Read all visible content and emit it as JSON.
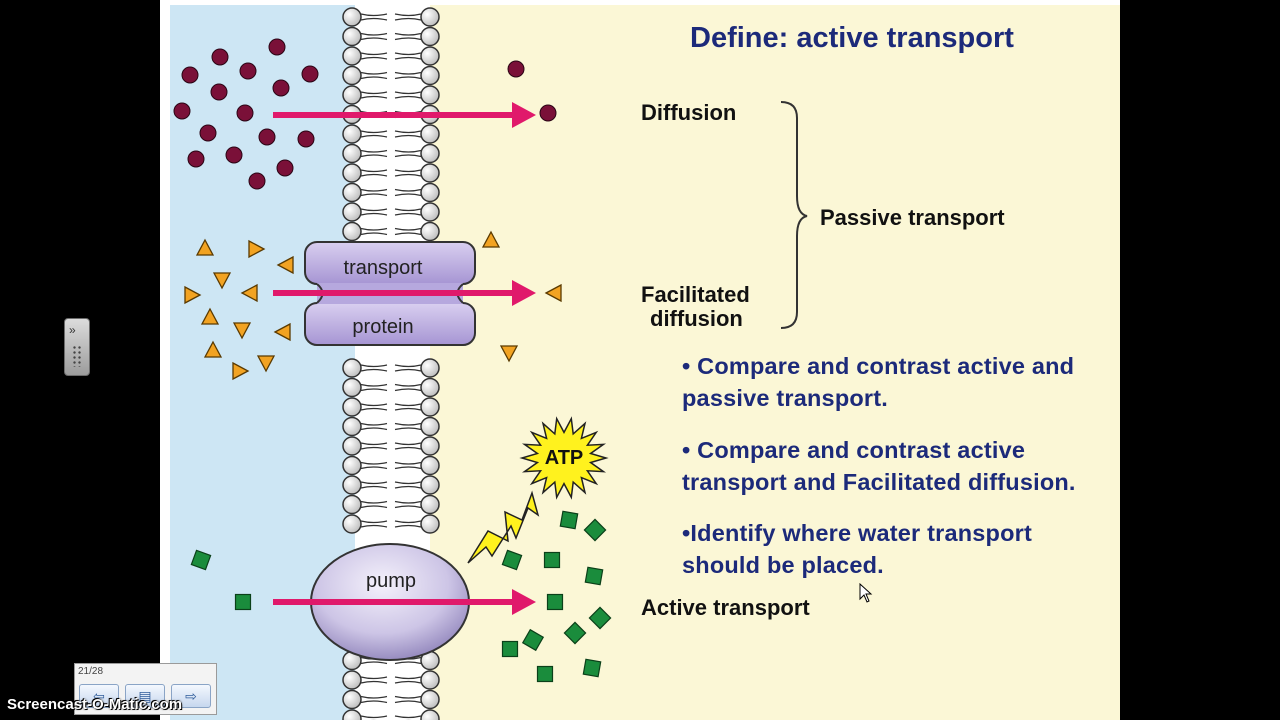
{
  "slide": {
    "title": "Define: active transport",
    "labels": {
      "diffusion": "Diffusion",
      "passive_transport": "Passive transport",
      "facilitated_1": "Facilitated",
      "facilitated_2": "diffusion",
      "active_transport": "Active transport"
    },
    "diagram": {
      "transport_protein_top": "transport",
      "transport_protein_bottom": "protein",
      "pump": "pump",
      "atp": "ATP"
    },
    "bullets": [
      {
        "line1": "• Compare and contrast active and",
        "line2": "passive transport."
      },
      {
        "line1": "• Compare and contrast active",
        "line2": "transport and Facilitated diffusion."
      },
      {
        "line1": "•Identify where water transport",
        "line2": "should be placed."
      }
    ]
  },
  "navigator": {
    "page_indicator": "21/28",
    "back_icon": "arrow-left-icon",
    "menu_icon": "slides-menu-icon",
    "forward_icon": "arrow-right-icon"
  },
  "watermark": "Screencast-O-Matic.com",
  "colors": {
    "extracellular": "#cde6f4",
    "intracellular": "#fbf7d6",
    "arrow": "#e0196b",
    "title_blue": "#1c2a7a",
    "molecule_dot": "#7a1038",
    "molecule_triangle": "#f2a322",
    "molecule_square": "#1a8c3c"
  }
}
